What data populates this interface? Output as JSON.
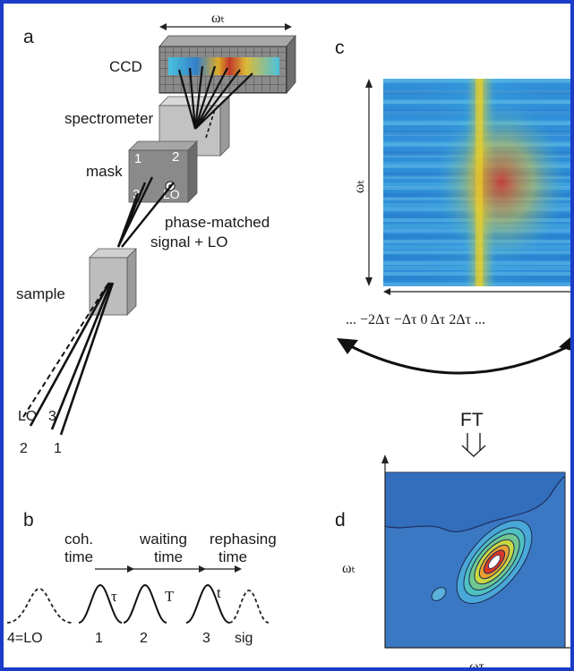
{
  "panels": {
    "a": "a",
    "b": "b",
    "c": "c",
    "d": "d"
  },
  "panel_a": {
    "omega_t": "ωₜ",
    "ccd": "CCD",
    "spectrometer": "spectrometer",
    "mask": "mask",
    "mask_beams": [
      "1",
      "2",
      "3",
      "LO"
    ],
    "phase_matched": "phase-matched",
    "signal_lo": "signal + LO",
    "sample": "sample",
    "input_top": [
      "LO",
      "3"
    ],
    "input_bottom": [
      "2",
      "1"
    ]
  },
  "panel_b": {
    "headers": [
      [
        "coh.",
        "time"
      ],
      [
        "waiting",
        "time"
      ],
      [
        "rephasing",
        "time"
      ]
    ],
    "delays": [
      "τ",
      "T",
      "t"
    ],
    "pulses": [
      "4=LO",
      "1",
      "2",
      "3",
      "sig"
    ]
  },
  "panel_c": {
    "y_label": "ωₜ",
    "x_ticks": "... −2Δτ  −Δτ  0  Δτ  2Δτ ..."
  },
  "ft_label": "FT",
  "panel_d": {
    "y_label": "ωₜ",
    "x_label": "ωτ"
  },
  "colors": {
    "border": "#1a3cc8",
    "heatmap_base": "#3aa0d8",
    "spectrum_bg": "#3b78c4"
  }
}
